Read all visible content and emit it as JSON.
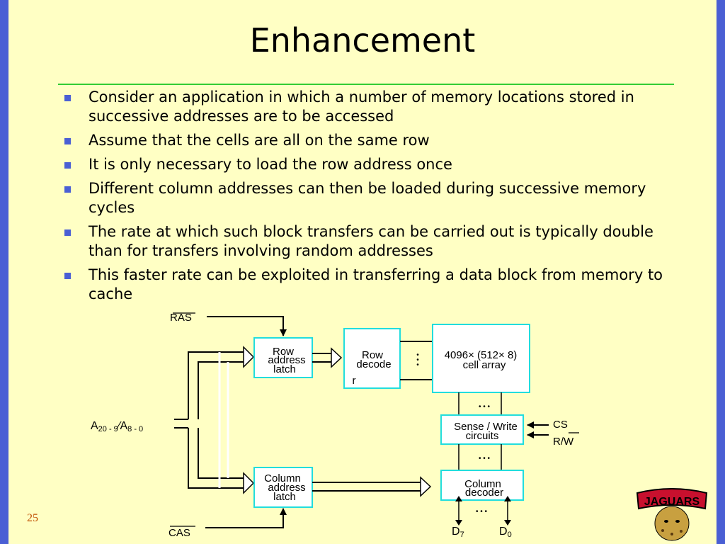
{
  "slide": {
    "title": "Enhancement",
    "page_number": "25",
    "bullets": [
      "Consider an application in which a number of memory locations stored in successive addresses are to be accessed",
      "Assume that the cells are all on the same row",
      "It is only necessary to load the row address once",
      "Different column addresses can then be loaded during successive memory cycles",
      "The rate at which such block transfers can be carried out is typically double than for transfers involving random addresses",
      "This faster rate can be exploited in transferring a data block from memory to cache"
    ]
  },
  "diagram": {
    "ras": "RAS",
    "cas": "CAS",
    "address": {
      "a1": "A",
      "s1": "20 - 9",
      "slash": "⁄",
      "a2": "A",
      "s2": "8 - 0"
    },
    "row_latch": [
      "Row",
      "address",
      "latch"
    ],
    "row_decoder": [
      "Row",
      "decode",
      "r"
    ],
    "cell_array": [
      "4096× (512× 8)",
      "cell array"
    ],
    "sense_write": [
      "Sense / Write",
      "circuits"
    ],
    "col_latch": [
      "Column",
      "address",
      "latch"
    ],
    "col_decoder": [
      "Column",
      "decoder"
    ],
    "cs": "CS",
    "rw": {
      "r": "R/",
      "w": "W"
    },
    "d7": {
      "d": "D",
      "sub": "7"
    },
    "d0": {
      "d": "D",
      "sub": "0"
    },
    "dots": "• • •",
    "vdots": "•"
  },
  "logo": {
    "text": "JAGUARS"
  },
  "colors": {
    "background": "#ffffc4",
    "border": "#4a5fd4",
    "rule": "#33cc33",
    "box": "#22dddd",
    "bullet": "#4a5fd4"
  }
}
